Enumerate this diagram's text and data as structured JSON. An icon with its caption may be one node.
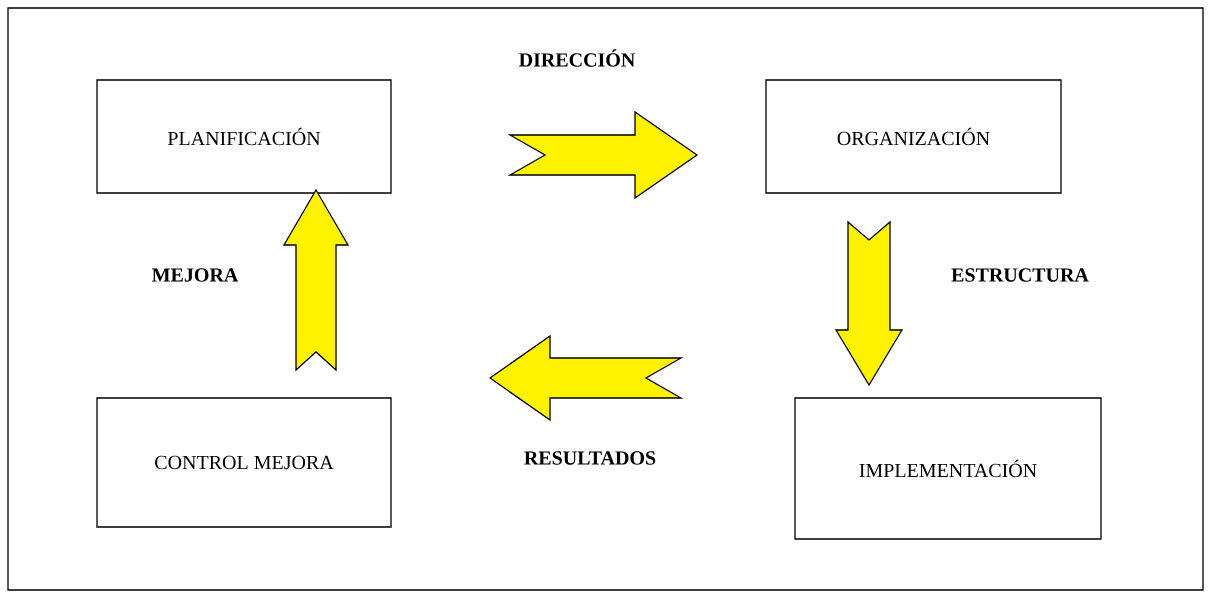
{
  "diagram": {
    "nodes": [
      {
        "text": [
          "PLANIFICACIÓN"
        ]
      },
      {
        "text": [
          "ORGANIZACIÓN"
        ]
      },
      {
        "text": [
          "IMPLEMENTACIÓN"
        ]
      },
      {
        "text": [
          "CONTROL MEJORA"
        ]
      }
    ],
    "edges": [
      {
        "from": 0,
        "to": 1,
        "arrow": "to",
        "label": "DIRECCIÓN"
      },
      {
        "from": 1,
        "to": 2,
        "arrow": "to",
        "label": "ESTRUCTURA"
      },
      {
        "from": 2,
        "to": 3,
        "arrow": "to",
        "label": "RESULTADOS"
      },
      {
        "from": 3,
        "to": 0,
        "arrow": "to",
        "label": "MEJORA"
      }
    ]
  }
}
